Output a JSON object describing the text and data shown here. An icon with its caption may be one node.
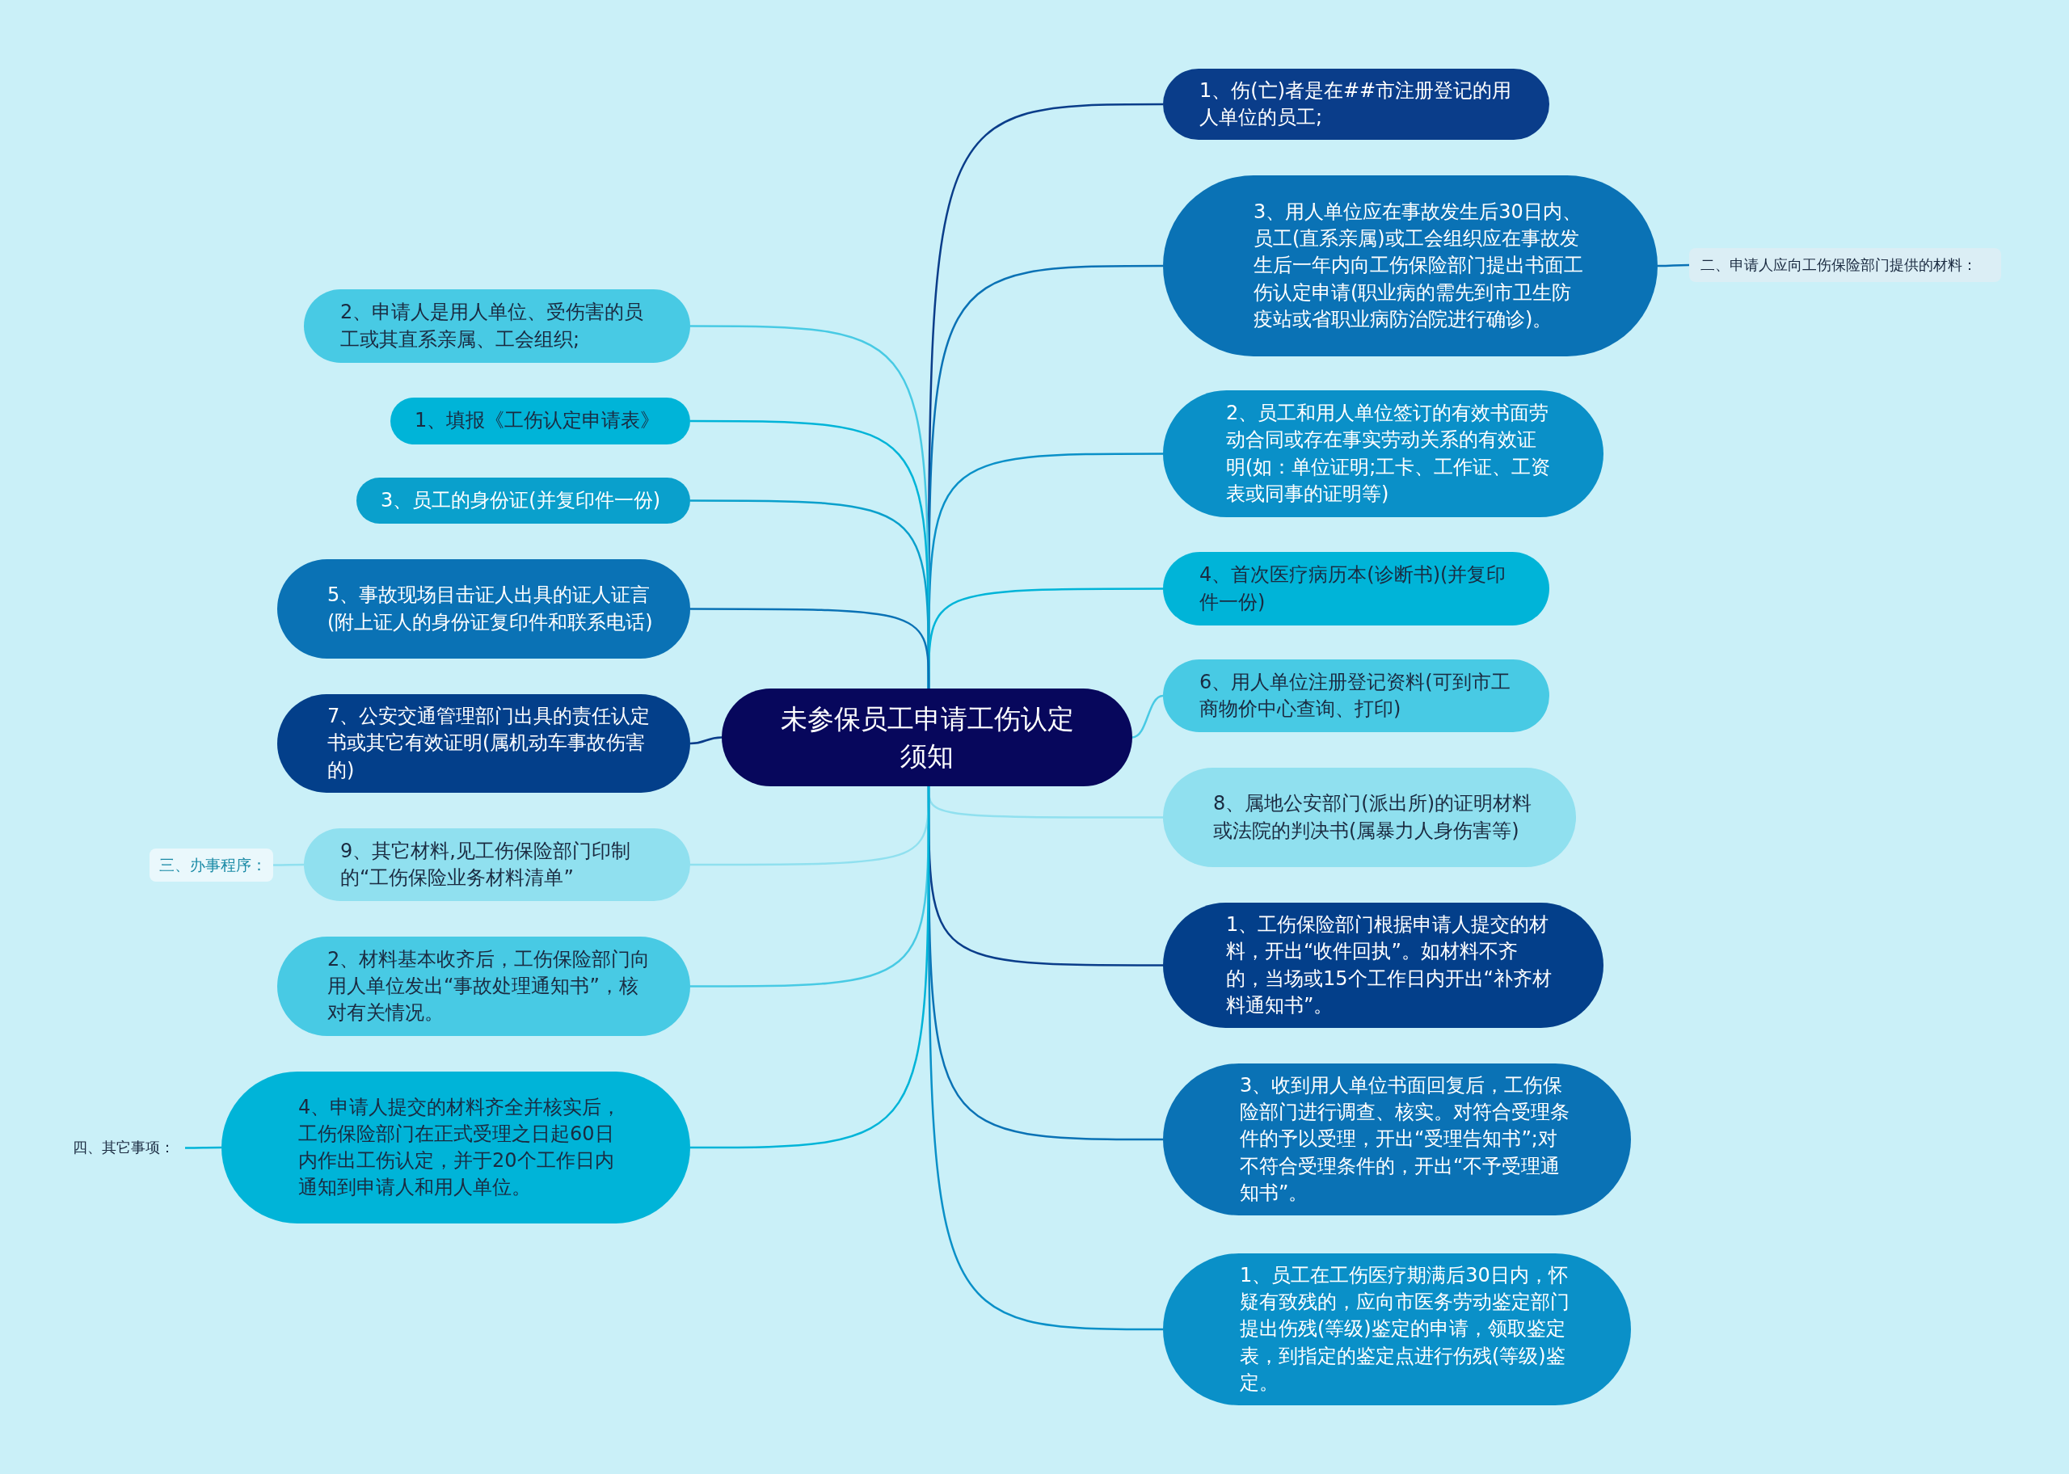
{
  "diagram": {
    "nodes": [
      {
        "text": [
          "未参保员工申请工伤认定须知"
        ]
      },
      {
        "text": [
          "1、伤(亡)者是在##市注册登记的用人单位的员工;"
        ]
      },
      {
        "text": [
          "3、用人单位应在事故发生后30日内、员工(直系亲属)或工会组织应在事故发生后一年内向工伤保险部门提出书面工伤认定申请(职业病的需先到市卫生防疫站或省职业病防治院进行确诊)。"
        ]
      },
      {
        "text": [
          "2、员工和用人单位签订的有效书面劳动合同或存在事实劳动关系的有效证明(如：单位证明;工卡、工作证、工资表或同事的证明等)"
        ]
      },
      {
        "text": [
          "4、首次医疗病历本(诊断书)(并复印件一份)"
        ]
      },
      {
        "text": [
          "6、用人单位注册登记资料(可到市工商物价中心查询、打印)"
        ]
      },
      {
        "text": [
          "8、属地公安部门(派出所)的证明材料或法院的判决书(属暴力人身伤害等)"
        ]
      },
      {
        "text": [
          "1、工伤保险部门根据申请人提交的材料，开出“收件回执”。如材料不齐的，当场或15个工作日内开出“补齐材料通知书”。"
        ]
      },
      {
        "text": [
          "3、收到用人单位书面回复后，工伤保险部门进行调查、核实。对符合受理条件的予以受理，开出“受理告知书”;对不符合受理条件的，开出“不予受理通知书”。"
        ]
      },
      {
        "text": [
          "1、员工在工伤医疗期满后30日内，怀疑有致残的，应向市医务劳动鉴定部门提出伤残(等级)鉴定的申请，领取鉴定表，到指定的鉴定点进行伤残(等级)鉴定。"
        ]
      },
      {
        "text": [
          "二、申请人应向工伤保险部门提供的材料："
        ]
      },
      {
        "text": [
          "2、申请人是用人单位、受伤害的员工或其直系亲属、工会组织;"
        ]
      },
      {
        "text": [
          "1、填报《工伤认定申请表》"
        ]
      },
      {
        "text": [
          "3、员工的身份证(并复印件一份)"
        ]
      },
      {
        "text": [
          "5、事故现场目击证人出具的证人证言(附上证人的身份证复印件和联系电话)"
        ]
      },
      {
        "text": [
          "7、公安交通管理部门出具的责任认定书或其它有效证明(属机动车事故伤害的)"
        ]
      },
      {
        "text": [
          "9、其它材料,见工伤保险部门印制的“工伤保险业务材料清单”"
        ]
      },
      {
        "text": [
          "2、材料基本收齐后，工伤保险部门向用人单位发出“事故处理通知书”，核对有关情况。"
        ]
      },
      {
        "text": [
          "4、申请人提交的材料齐全并核实后，工伤保险部门在正式受理之日起60日内作出工伤认定，并于20个工作日内通知到申请人和用人单位。"
        ]
      },
      {
        "text": [
          "三、办事程序："
        ]
      },
      {
        "text": [
          "四、其它事项："
        ]
      }
    ],
    "edges": [
      {
        "from": 0,
        "to": 1,
        "arrow": "none",
        "color": "#0a3d8a"
      },
      {
        "from": 0,
        "to": 2,
        "arrow": "none",
        "color": "#0a72b5"
      },
      {
        "from": 0,
        "to": 3,
        "arrow": "none",
        "color": "#0a90c8"
      },
      {
        "from": 0,
        "to": 4,
        "arrow": "none",
        "color": "#00b4d8"
      },
      {
        "from": 0,
        "to": 5,
        "arrow": "none",
        "color": "#48cae4"
      },
      {
        "from": 0,
        "to": 6,
        "arrow": "none",
        "color": "#90e0ef"
      },
      {
        "from": 0,
        "to": 7,
        "arrow": "none",
        "color": "#0a3d8a"
      },
      {
        "from": 0,
        "to": 8,
        "arrow": "none",
        "color": "#0a72b5"
      },
      {
        "from": 0,
        "to": 9,
        "arrow": "none",
        "color": "#0a90c8"
      },
      {
        "from": 2,
        "to": 10,
        "arrow": "none"
      },
      {
        "from": 0,
        "to": 11,
        "arrow": "none",
        "color": "#48cae4"
      },
      {
        "from": 0,
        "to": 12,
        "arrow": "none",
        "color": "#00b4d8"
      },
      {
        "from": 0,
        "to": 13,
        "arrow": "none",
        "color": "#0aa0cc"
      },
      {
        "from": 0,
        "to": 14,
        "arrow": "none",
        "color": "#0a72b5"
      },
      {
        "from": 0,
        "to": 15,
        "arrow": "none",
        "color": "#0a3d8a"
      },
      {
        "from": 0,
        "to": 16,
        "arrow": "none",
        "color": "#90e0ef"
      },
      {
        "from": 0,
        "to": 17,
        "arrow": "none",
        "color": "#48cae4"
      },
      {
        "from": 0,
        "to": 18,
        "arrow": "none",
        "color": "#00b4d8"
      },
      {
        "from": 16,
        "to": 19,
        "arrow": "none",
        "color": "#90e0ef"
      },
      {
        "from": 18,
        "to": 20,
        "arrow": "none",
        "color": "#00b4d8"
      }
    ]
  }
}
